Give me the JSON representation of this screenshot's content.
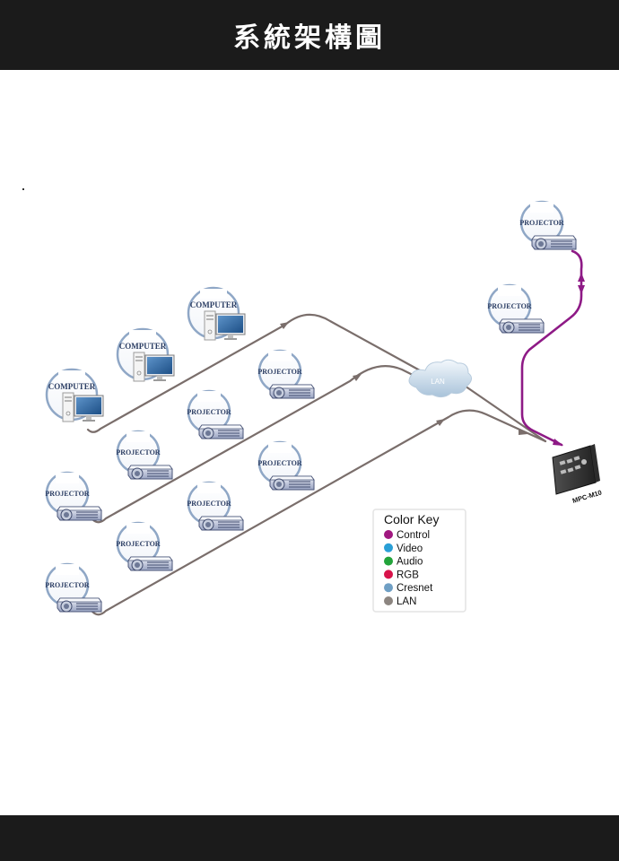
{
  "header": {
    "title": "系統架構圖"
  },
  "device_labels": {
    "computer": "COMPUTER",
    "projector": "PROJECTOR",
    "lan": "LAN",
    "controller": "MPC-M10"
  },
  "color_key": {
    "title": "Color Key",
    "items": [
      {
        "label": "Control",
        "color": "#a0177f"
      },
      {
        "label": "Video",
        "color": "#2a9fd6"
      },
      {
        "label": "Audio",
        "color": "#22a33a"
      },
      {
        "label": "RGB",
        "color": "#d8134a"
      },
      {
        "label": "Cresnet",
        "color": "#6f9fc4"
      },
      {
        "label": "LAN",
        "color": "#8c8580"
      }
    ]
  },
  "line_colors": {
    "lan": "#7a6e6b",
    "control": "#8e1a86"
  }
}
